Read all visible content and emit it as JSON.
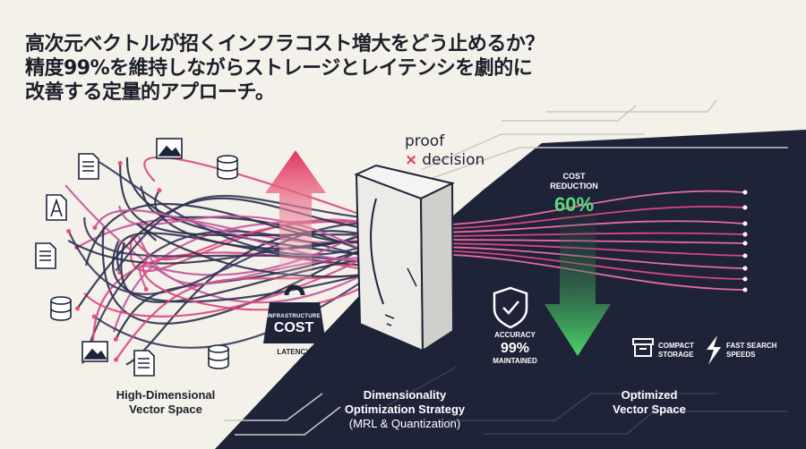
{
  "headline": {
    "line1": "高次元ベクトルが招くインフラコスト増大をどう止めるか？",
    "line2": "精度99%を維持しながらストレージとレイテンシを劇的に",
    "line3": "改善する定量的アプローチ。"
  },
  "brand": {
    "mark": "×",
    "line1": "proof",
    "line2": "decision"
  },
  "weight": {
    "top": "INFRASTRUCTURE",
    "main": "COST"
  },
  "latency_label": "LATENCY",
  "cost_reduction": {
    "line1": "COST",
    "line2": "REDUCTION",
    "value": "60%"
  },
  "accuracy": {
    "line1": "ACCURACY",
    "value": "99%",
    "line2": "MAINTAINED"
  },
  "features": [
    {
      "line1": "COMPACT",
      "line2": "STORAGE",
      "icon": "storage-box-icon"
    },
    {
      "line1": "FAST SEARCH",
      "line2": "SPEEDS",
      "icon": "lightning-icon"
    }
  ],
  "sections": {
    "left": {
      "line1": "High-Dimensional",
      "line2": "Vector Space"
    },
    "middle": {
      "line1": "Dimensionality",
      "line2": "Optimization Strategy",
      "line3": "(MRL & Quantization)"
    },
    "right": {
      "line1": "Optimized",
      "line2": "Vector Space"
    }
  },
  "colors": {
    "background": "#f3f1ea",
    "dark_panel": "#1e2338",
    "accent_pink": "#e0345b",
    "accent_green": "#4cd56b",
    "text_dark": "#1b1f2a"
  }
}
